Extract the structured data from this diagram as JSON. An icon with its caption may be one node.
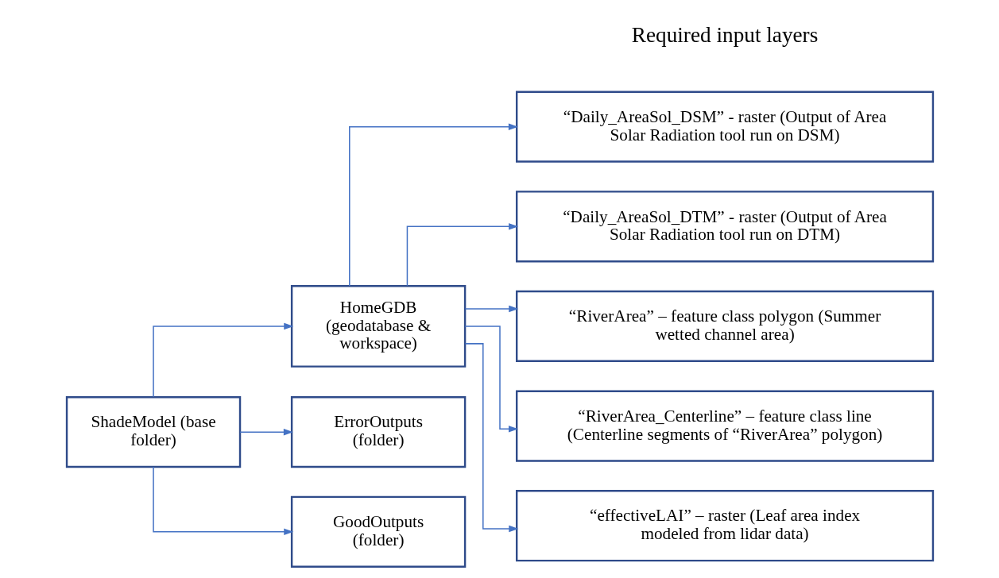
{
  "diagram": {
    "nodes": [
      {
        "text": [
          "ShadeModel (base folder)"
        ]
      },
      {
        "text": [
          "HomeGDB (geodatabase & workspace)"
        ]
      },
      {
        "text": [
          "ErrorOutputs (folder)"
        ]
      },
      {
        "text": [
          "GoodOutputs (folder)"
        ]
      },
      {
        "text": [
          "“Daily_AreaSol_DSM” - raster (Output of Area Solar Radiation tool run on DSM)"
        ]
      },
      {
        "text": [
          "“Daily_AreaSol_DTM” - raster (Output of Area Solar Radiation tool run on DTM)"
        ]
      },
      {
        "text": [
          "“RiverArea” – feature class polygon (Summer wetted channel area)"
        ]
      },
      {
        "text": [
          "“RiverArea_Centerline” – feature class line (Centerline segments of “RiverArea” polygon)"
        ]
      },
      {
        "text": [
          "“effectiveLAI” – raster (Leaf area index modeled from lidar data)"
        ]
      }
    ],
    "edges": [
      {
        "from": 0,
        "to": 1,
        "arrow": "to"
      },
      {
        "from": 0,
        "to": 2,
        "arrow": "to"
      },
      {
        "from": 0,
        "to": 3,
        "arrow": "to"
      },
      {
        "from": 1,
        "to": 4,
        "arrow": "to"
      },
      {
        "from": 1,
        "to": 5,
        "arrow": "to"
      },
      {
        "from": 1,
        "to": 6,
        "arrow": "to"
      },
      {
        "from": 1,
        "to": 7,
        "arrow": "to"
      },
      {
        "from": 1,
        "to": 8,
        "arrow": "to"
      }
    ],
    "labels": [
      "Required input layers"
    ]
  }
}
